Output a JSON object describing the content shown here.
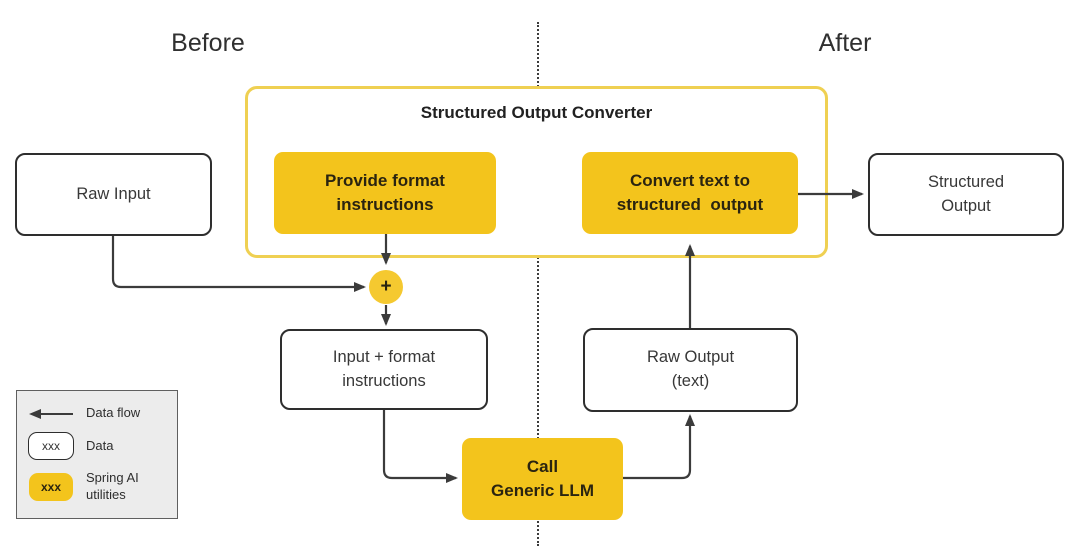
{
  "labels": {
    "before": "Before",
    "after": "After"
  },
  "converter": {
    "title": "Structured Output Converter",
    "provide_format": "Provide format\ninstructions",
    "convert_text": "Convert text to\nstructured  output"
  },
  "nodes": {
    "raw_input": "Raw Input",
    "structured_output": "Structured\nOutput",
    "plus": "+",
    "input_format": "Input + format\ninstructions",
    "raw_output": "Raw Output\n(text)",
    "call_llm": "Call\nGeneric LLM"
  },
  "legend": {
    "data_flow_label": "Data flow",
    "data_sample": "xxx",
    "data_label": "Data",
    "spring_sample": "xxx",
    "spring_label": "Spring AI\nutilities"
  },
  "colors": {
    "yellow-fill": "#f3c41c",
    "yellow-circle": "#f5c930",
    "container-border": "#efd052",
    "line-color": "#3b3b3b",
    "box-border": "#2e2e2e",
    "legend-bg": "#ececec"
  }
}
